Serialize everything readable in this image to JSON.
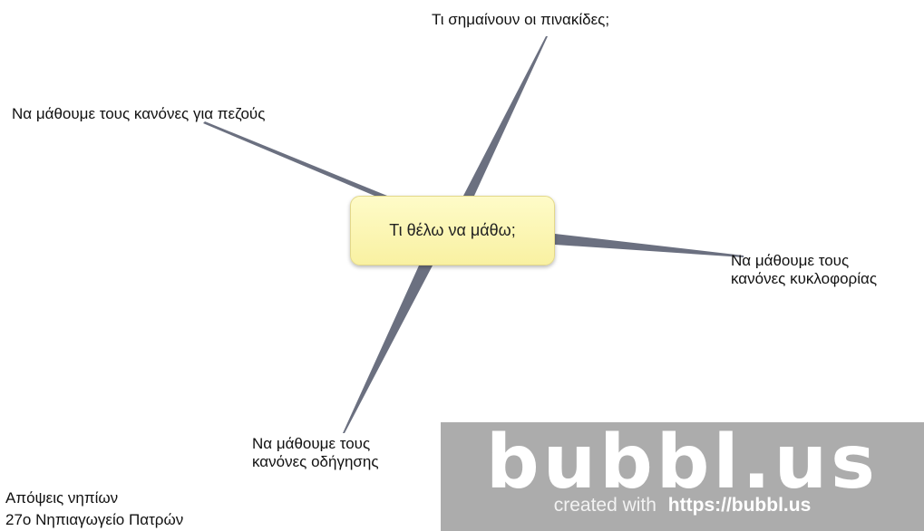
{
  "mindmap": {
    "root": "Τι θέλω να μάθω;",
    "nodes": {
      "signs": "Τι σημαίνουν οι πινακίδες;",
      "pedestrians": "Να μάθουμε τους κανόνες για πεζούς",
      "traffic_line1": "Να μάθουμε τους",
      "traffic_line2": "κανόνες κυκλοφορίας",
      "driving_line1": "Να μάθουμε τους",
      "driving_line2": "κανόνες οδήγησης"
    },
    "link_color": "#6b7080"
  },
  "caption": {
    "line1": "Απόψεις νηπίων",
    "line2": "27ο Νηπιαγωγείο Πατρών"
  },
  "watermark": {
    "logo": "bubbl.us",
    "created_with": "created with",
    "url": "https://bubbl.us"
  }
}
